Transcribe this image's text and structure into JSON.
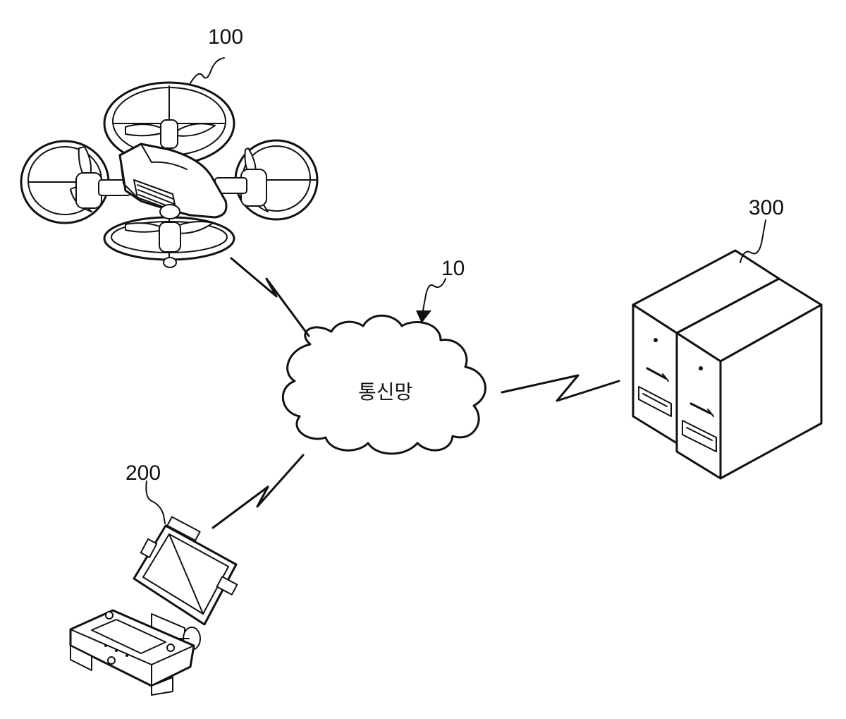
{
  "figure": {
    "drone": {
      "ref_label": "100",
      "icon": "drone-icon"
    },
    "network": {
      "ref_label": "10",
      "label": "통신망",
      "icon": "cloud-icon"
    },
    "controller": {
      "ref_label": "200",
      "icon": "remote-controller-icon"
    },
    "server": {
      "ref_label": "300",
      "icon": "server-icon"
    },
    "links": [
      {
        "from": "drone",
        "to": "network",
        "icon": "wireless-link-icon"
      },
      {
        "from": "controller",
        "to": "network",
        "icon": "wireless-link-icon"
      },
      {
        "from": "server",
        "to": "network",
        "icon": "wireless-link-icon"
      }
    ]
  }
}
